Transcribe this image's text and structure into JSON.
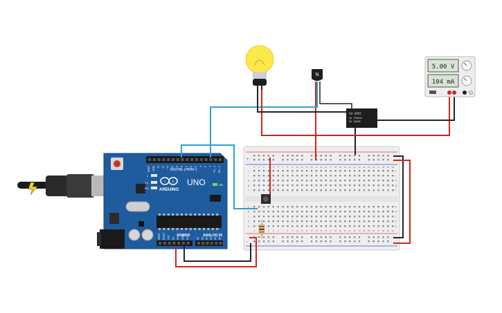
{
  "canvas": {
    "background": "#ffffff"
  },
  "arduino": {
    "brand": "ARDUINO",
    "model": "UNO",
    "digital_label": "DIGITAL (PWM~)",
    "power_label": "POWER",
    "analog_label": "ANALOG IN",
    "on_label": "ON",
    "tx_label": "TX",
    "rx_label": "RX",
    "l_label": "L",
    "digital_pins": [
      "AREF",
      "GND",
      "13",
      "12",
      "~11",
      "~10",
      "~9",
      "8",
      "7",
      "~6",
      "~5",
      "4",
      "~3",
      "2",
      "TX→1",
      "RX←0"
    ],
    "power_pins": [
      "IOREF",
      "RESET",
      "3.3V",
      "5V",
      "GND",
      "GND",
      "Vin"
    ],
    "analog_pins": [
      "A0",
      "A1",
      "A2",
      "A3",
      "A4",
      "A5"
    ],
    "board_color": "#1f5c9e",
    "icon": "arduino-infinity-logo"
  },
  "power_supply": {
    "voltage_display": "5.00 V",
    "current_display": "104 mA",
    "knob_icons": [
      "voltage-knob-icon",
      "current-knob-icon"
    ]
  },
  "relay": {
    "model": "5V-SPDT",
    "lines": [
      "5A 250VAC",
      "5A 30VDC"
    ]
  },
  "transistor": {
    "label": "N"
  },
  "breadboard": {
    "columns": [
      "1",
      "2",
      "3",
      "4",
      "5",
      "6",
      "7",
      "8",
      "9",
      "10",
      "11",
      "12",
      "13",
      "14",
      "15",
      "16",
      "17",
      "18",
      "19",
      "20",
      "21",
      "22",
      "23",
      "24",
      "25",
      "26",
      "27",
      "28",
      "29",
      "30"
    ],
    "rows_top": [
      "j",
      "i",
      "h",
      "g",
      "f"
    ],
    "rows_bottom": [
      "e",
      "d",
      "c",
      "b",
      "a"
    ],
    "rail_plus": "+",
    "rail_minus": "-"
  },
  "components": {
    "bulb": "light-bulb-icon",
    "pushbutton": "pushbutton-icon",
    "resistor": "resistor-icon",
    "usb": "usb-cable-icon",
    "barrel": "dc-barrel-jack-icon"
  },
  "colors": {
    "wire_red": "#d3231f",
    "wire_black": "#222222",
    "wire_teal": "#2f9fc7",
    "breadboard": "#eeeeee",
    "bulb_glow": "#fde84a"
  }
}
